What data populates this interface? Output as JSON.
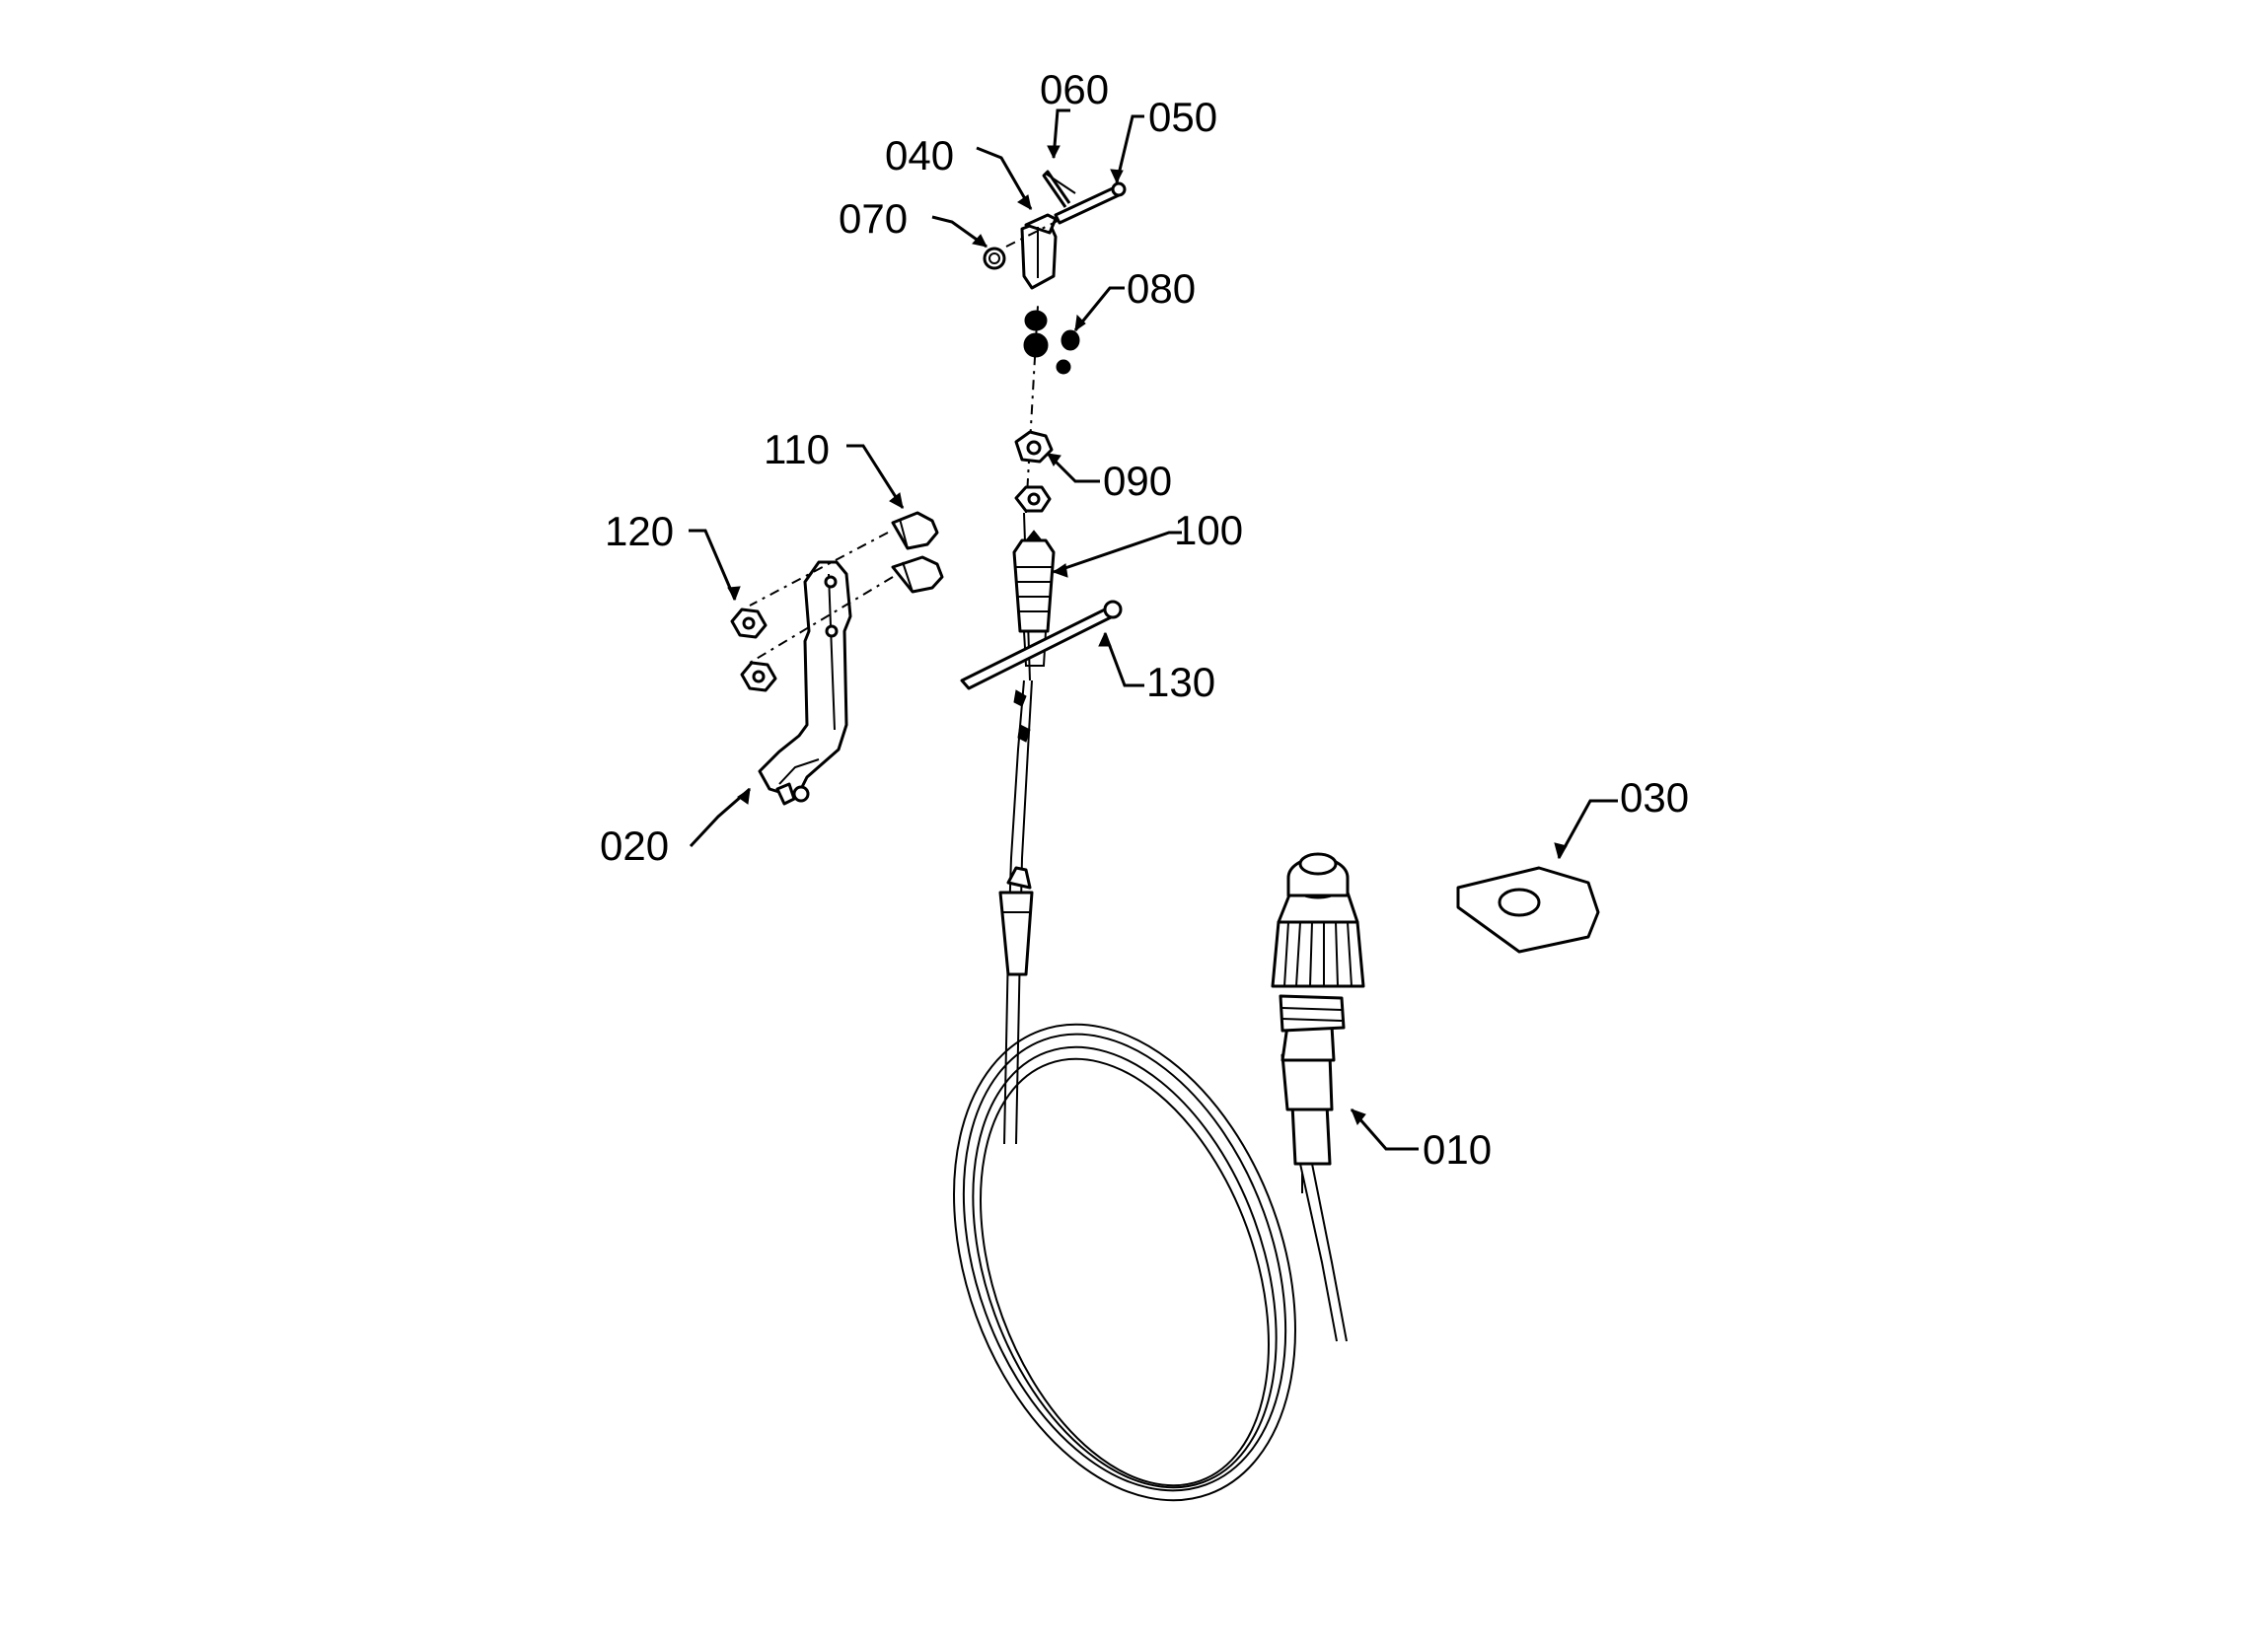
{
  "diagram": {
    "type": "exploded-parts-view",
    "callouts": [
      {
        "id": "010",
        "label": "010"
      },
      {
        "id": "020",
        "label": "020"
      },
      {
        "id": "030",
        "label": "030"
      },
      {
        "id": "040",
        "label": "040"
      },
      {
        "id": "050",
        "label": "050"
      },
      {
        "id": "060",
        "label": "060"
      },
      {
        "id": "070",
        "label": "070"
      },
      {
        "id": "080",
        "label": "080"
      },
      {
        "id": "090",
        "label": "090"
      },
      {
        "id": "100",
        "label": "100"
      },
      {
        "id": "110",
        "label": "110"
      },
      {
        "id": "120",
        "label": "120"
      },
      {
        "id": "130",
        "label": "130"
      }
    ]
  }
}
